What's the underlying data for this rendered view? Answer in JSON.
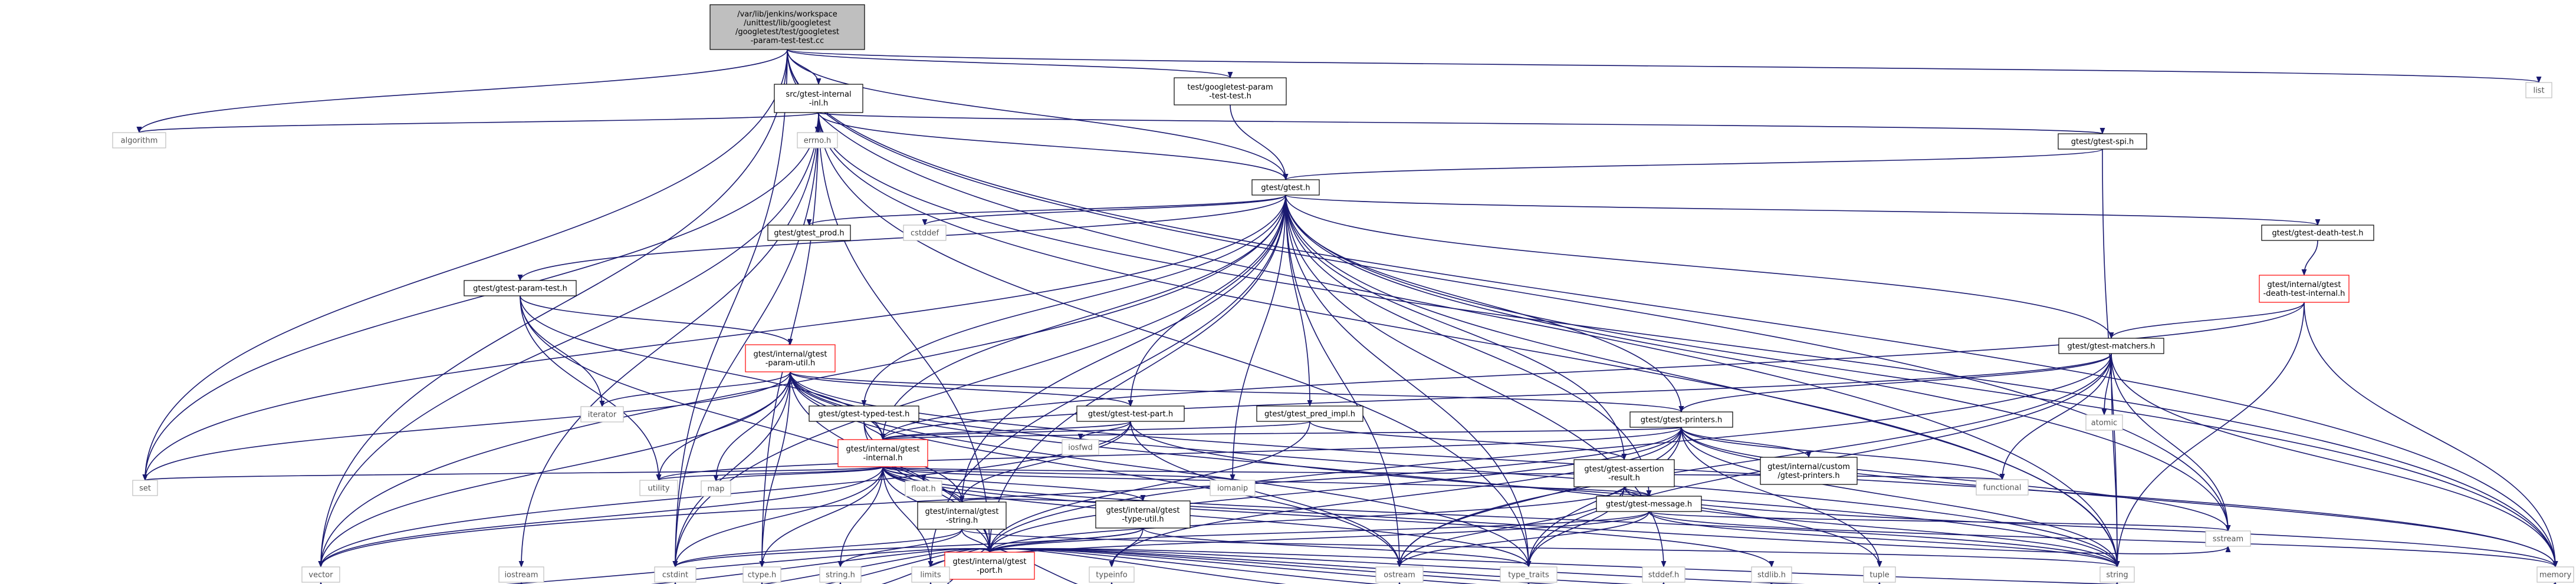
{
  "colors": {
    "edge": "#191970",
    "root_fill": "#bfbfbf",
    "node_border": "#000000",
    "node_fill": "#ffffff",
    "red_border": "#ff0000",
    "grey_border": "#bfbfbf",
    "grey_text": "#555555"
  },
  "nodes": [
    {
      "id": "root",
      "kind": "root",
      "lines": [
        "/var/lib/jenkins/workspace",
        "/unittest/lib/googletest",
        "/googletest/test/googletest",
        "-param-test-test.cc"
      ]
    },
    {
      "id": "internal_utils",
      "kind": "black",
      "lines": [
        "src/gtest-internal",
        "-inl.h"
      ]
    },
    {
      "id": "param_test_test_h",
      "kind": "black",
      "lines": [
        "test/googletest-param",
        "-test-test.h"
      ]
    },
    {
      "id": "list",
      "kind": "grey",
      "lines": [
        "list"
      ]
    },
    {
      "id": "algorithm",
      "kind": "grey",
      "lines": [
        "algorithm"
      ]
    },
    {
      "id": "errno",
      "kind": "grey",
      "lines": [
        "errno.h"
      ]
    },
    {
      "id": "gtest_spi",
      "kind": "black",
      "lines": [
        "gtest/gtest-spi.h"
      ]
    },
    {
      "id": "gtest_h",
      "kind": "black",
      "lines": [
        "gtest/gtest.h"
      ]
    },
    {
      "id": "gtest_prod",
      "kind": "black",
      "lines": [
        "gtest/gtest_prod.h"
      ]
    },
    {
      "id": "cstddef",
      "kind": "grey",
      "lines": [
        "cstddef"
      ]
    },
    {
      "id": "death_test",
      "kind": "black",
      "lines": [
        "gtest/gtest-death-test.h"
      ]
    },
    {
      "id": "param_test",
      "kind": "black",
      "lines": [
        "gtest/gtest-param-test.h"
      ]
    },
    {
      "id": "death_test_internal",
      "kind": "red",
      "lines": [
        "gtest/internal/gtest",
        "-death-test-internal.h"
      ]
    },
    {
      "id": "param_util",
      "kind": "red",
      "lines": [
        "gtest/internal/gtest",
        "-param-util.h"
      ]
    },
    {
      "id": "matchers",
      "kind": "black",
      "lines": [
        "gtest/gtest-matchers.h"
      ]
    },
    {
      "id": "iterator",
      "kind": "grey",
      "lines": [
        "iterator"
      ]
    },
    {
      "id": "typed_test",
      "kind": "black",
      "lines": [
        "gtest/gtest-typed-test.h"
      ]
    },
    {
      "id": "test_part",
      "kind": "black",
      "lines": [
        "gtest/gtest-test-part.h"
      ]
    },
    {
      "id": "pred_impl",
      "kind": "black",
      "lines": [
        "gtest/gtest_pred_impl.h"
      ]
    },
    {
      "id": "printers",
      "kind": "black",
      "lines": [
        "gtest/gtest-printers.h"
      ]
    },
    {
      "id": "atomic",
      "kind": "grey",
      "lines": [
        "atomic"
      ]
    },
    {
      "id": "iosfwd",
      "kind": "grey",
      "lines": [
        "iosfwd"
      ]
    },
    {
      "id": "gtest_internal",
      "kind": "red",
      "lines": [
        "gtest/internal/gtest",
        "-internal.h"
      ]
    },
    {
      "id": "assertion_result",
      "kind": "black",
      "lines": [
        "gtest/gtest-assertion",
        "-result.h"
      ]
    },
    {
      "id": "custom_printers",
      "kind": "black",
      "lines": [
        "gtest/internal/custom",
        "/gtest-printers.h"
      ]
    },
    {
      "id": "set",
      "kind": "grey",
      "lines": [
        "set"
      ]
    },
    {
      "id": "utility",
      "kind": "grey",
      "lines": [
        "utility"
      ]
    },
    {
      "id": "map",
      "kind": "grey",
      "lines": [
        "map"
      ]
    },
    {
      "id": "float_h",
      "kind": "grey",
      "lines": [
        "float.h"
      ]
    },
    {
      "id": "gtest_string",
      "kind": "black",
      "lines": [
        "gtest/internal/gtest",
        "-string.h"
      ]
    },
    {
      "id": "type_util",
      "kind": "black",
      "lines": [
        "gtest/internal/gtest",
        "-type-util.h"
      ]
    },
    {
      "id": "iomanip",
      "kind": "grey",
      "lines": [
        "iomanip"
      ]
    },
    {
      "id": "message",
      "kind": "black",
      "lines": [
        "gtest/gtest-message.h"
      ]
    },
    {
      "id": "functional",
      "kind": "grey",
      "lines": [
        "functional"
      ]
    },
    {
      "id": "sstream",
      "kind": "grey",
      "lines": [
        "sstream"
      ]
    },
    {
      "id": "gtest_port",
      "kind": "red",
      "lines": [
        "gtest/internal/gtest",
        "-port.h"
      ]
    },
    {
      "id": "vector",
      "kind": "grey",
      "lines": [
        "vector"
      ]
    },
    {
      "id": "iostream",
      "kind": "grey",
      "lines": [
        "iostream"
      ]
    },
    {
      "id": "cstdint",
      "kind": "grey",
      "lines": [
        "cstdint"
      ]
    },
    {
      "id": "ctype",
      "kind": "grey",
      "lines": [
        "ctype.h"
      ]
    },
    {
      "id": "string_h",
      "kind": "grey",
      "lines": [
        "string.h"
      ]
    },
    {
      "id": "limits",
      "kind": "grey",
      "lines": [
        "limits"
      ]
    },
    {
      "id": "typeinfo",
      "kind": "grey",
      "lines": [
        "typeinfo"
      ]
    },
    {
      "id": "ostream",
      "kind": "grey",
      "lines": [
        "ostream"
      ]
    },
    {
      "id": "type_traits",
      "kind": "grey",
      "lines": [
        "type_traits"
      ]
    },
    {
      "id": "stddef",
      "kind": "grey",
      "lines": [
        "stddef.h"
      ]
    },
    {
      "id": "stdlib",
      "kind": "grey",
      "lines": [
        "stdlib.h"
      ]
    },
    {
      "id": "tuple",
      "kind": "grey",
      "lines": [
        "tuple"
      ]
    },
    {
      "id": "string",
      "kind": "grey",
      "lines": [
        "string"
      ]
    },
    {
      "id": "memory",
      "kind": "grey",
      "lines": [
        "memory"
      ]
    }
  ],
  "edges": [
    [
      "root",
      "internal_utils"
    ],
    [
      "root",
      "param_test_test_h"
    ],
    [
      "root",
      "list"
    ],
    [
      "root",
      "algorithm"
    ],
    [
      "root",
      "gtest_h"
    ],
    [
      "root",
      "set"
    ],
    [
      "root",
      "vector"
    ],
    [
      "root",
      "cstdint"
    ],
    [
      "root",
      "sstream"
    ],
    [
      "root",
      "string"
    ],
    [
      "root",
      "memory"
    ],
    [
      "internal_utils",
      "errno"
    ],
    [
      "internal_utils",
      "algorithm"
    ],
    [
      "internal_utils",
      "gtest_spi"
    ],
    [
      "internal_utils",
      "gtest_h"
    ],
    [
      "internal_utils",
      "vector"
    ],
    [
      "internal_utils",
      "set"
    ],
    [
      "internal_utils",
      "cstdint"
    ],
    [
      "internal_utils",
      "iostream"
    ],
    [
      "internal_utils",
      "memory"
    ],
    [
      "internal_utils",
      "string"
    ],
    [
      "internal_utils",
      "type_traits"
    ],
    [
      "internal_utils",
      "ctype"
    ],
    [
      "internal_utils",
      "gtest_port"
    ],
    [
      "param_test_test_h",
      "gtest_h"
    ],
    [
      "gtest_spi",
      "gtest_h"
    ],
    [
      "gtest_spi",
      "string"
    ],
    [
      "gtest_h",
      "gtest_prod"
    ],
    [
      "gtest_h",
      "cstddef"
    ],
    [
      "gtest_h",
      "death_test"
    ],
    [
      "gtest_h",
      "param_test"
    ],
    [
      "gtest_h",
      "typed_test"
    ],
    [
      "gtest_h",
      "test_part"
    ],
    [
      "gtest_h",
      "pred_impl"
    ],
    [
      "gtest_h",
      "printers"
    ],
    [
      "gtest_h",
      "matchers"
    ],
    [
      "gtest_h",
      "assertion_result"
    ],
    [
      "gtest_h",
      "message"
    ],
    [
      "gtest_h",
      "gtest_internal"
    ],
    [
      "gtest_h",
      "gtest_string"
    ],
    [
      "gtest_h",
      "gtest_port"
    ],
    [
      "gtest_h",
      "iomanip"
    ],
    [
      "gtest_h",
      "ostream"
    ],
    [
      "gtest_h",
      "limits"
    ],
    [
      "gtest_h",
      "memory"
    ],
    [
      "gtest_h",
      "set"
    ],
    [
      "gtest_h",
      "sstream"
    ],
    [
      "gtest_h",
      "string"
    ],
    [
      "gtest_h",
      "type_traits"
    ],
    [
      "gtest_h",
      "vector"
    ],
    [
      "gtest_h",
      "cstdint"
    ],
    [
      "gtest_h",
      "stddef"
    ],
    [
      "death_test",
      "death_test_internal"
    ],
    [
      "death_test_internal",
      "matchers"
    ],
    [
      "death_test_internal",
      "gtest_internal"
    ],
    [
      "death_test_internal",
      "memory"
    ],
    [
      "death_test_internal",
      "string"
    ],
    [
      "param_test",
      "param_util"
    ],
    [
      "param_test",
      "iterator"
    ],
    [
      "param_test",
      "utility"
    ],
    [
      "param_test",
      "gtest_internal"
    ],
    [
      "param_test",
      "gtest_port"
    ],
    [
      "param_util",
      "iterator"
    ],
    [
      "param_util",
      "set"
    ],
    [
      "param_util",
      "utility"
    ],
    [
      "param_util",
      "map"
    ],
    [
      "param_util",
      "vector"
    ],
    [
      "param_util",
      "gtest_internal"
    ],
    [
      "param_util",
      "test_part"
    ],
    [
      "param_util",
      "printers"
    ],
    [
      "param_util",
      "gtest_port"
    ],
    [
      "param_util",
      "ctype"
    ],
    [
      "param_util",
      "cstdint"
    ],
    [
      "param_util",
      "string"
    ],
    [
      "param_util",
      "tuple"
    ],
    [
      "param_util",
      "type_traits"
    ],
    [
      "param_util",
      "memory"
    ],
    [
      "param_util",
      "ostream"
    ],
    [
      "matchers",
      "printers"
    ],
    [
      "matchers",
      "atomic"
    ],
    [
      "matchers",
      "functional"
    ],
    [
      "matchers",
      "memory"
    ],
    [
      "matchers",
      "ostream"
    ],
    [
      "matchers",
      "string"
    ],
    [
      "matchers",
      "type_traits"
    ],
    [
      "matchers",
      "gtest_internal"
    ],
    [
      "matchers",
      "gtest_port"
    ],
    [
      "matchers",
      "sstream"
    ],
    [
      "typed_test",
      "gtest_internal"
    ],
    [
      "typed_test",
      "gtest_port"
    ],
    [
      "typed_test",
      "gtest_string"
    ],
    [
      "test_part",
      "iosfwd"
    ],
    [
      "test_part",
      "ostream"
    ],
    [
      "test_part",
      "string"
    ],
    [
      "test_part",
      "vector"
    ],
    [
      "test_part",
      "gtest_internal"
    ],
    [
      "test_part",
      "gtest_string"
    ],
    [
      "pred_impl",
      "assertion_result"
    ],
    [
      "pred_impl",
      "gtest_internal"
    ],
    [
      "pred_impl",
      "gtest_port"
    ],
    [
      "printers",
      "functional"
    ],
    [
      "printers",
      "memory"
    ],
    [
      "printers",
      "ostream"
    ],
    [
      "printers",
      "sstream"
    ],
    [
      "printers",
      "string"
    ],
    [
      "printers",
      "tuple"
    ],
    [
      "printers",
      "type_traits"
    ],
    [
      "printers",
      "typeinfo"
    ],
    [
      "printers",
      "utility"
    ],
    [
      "printers",
      "vector"
    ],
    [
      "printers",
      "gtest_internal"
    ],
    [
      "printers",
      "gtest_port"
    ],
    [
      "printers",
      "custom_printers"
    ],
    [
      "gtest_internal",
      "gtest_port"
    ],
    [
      "gtest_internal",
      "stdlib"
    ],
    [
      "gtest_internal",
      "ctype"
    ],
    [
      "gtest_internal",
      "float_h"
    ],
    [
      "gtest_internal",
      "string_h"
    ],
    [
      "gtest_internal",
      "cstdint"
    ],
    [
      "gtest_internal",
      "functional"
    ],
    [
      "gtest_internal",
      "iomanip"
    ],
    [
      "gtest_internal",
      "limits"
    ],
    [
      "gtest_internal",
      "map"
    ],
    [
      "gtest_internal",
      "set"
    ],
    [
      "gtest_internal",
      "string"
    ],
    [
      "gtest_internal",
      "type_traits"
    ],
    [
      "gtest_internal",
      "utility"
    ],
    [
      "gtest_internal",
      "vector"
    ],
    [
      "gtest_internal",
      "message"
    ],
    [
      "gtest_internal",
      "gtest_string"
    ],
    [
      "gtest_internal",
      "type_util"
    ],
    [
      "assertion_result",
      "memory"
    ],
    [
      "assertion_result",
      "ostream"
    ],
    [
      "assertion_result",
      "string"
    ],
    [
      "assertion_result",
      "type_traits"
    ],
    [
      "assertion_result",
      "message"
    ],
    [
      "assertion_result",
      "gtest_port"
    ],
    [
      "gtest_string",
      "string_h"
    ],
    [
      "gtest_string",
      "cstdint"
    ],
    [
      "gtest_string",
      "sstream"
    ],
    [
      "gtest_string",
      "string"
    ],
    [
      "gtest_string",
      "gtest_port"
    ],
    [
      "type_util",
      "cstdint"
    ],
    [
      "type_util",
      "type_traits"
    ],
    [
      "type_util",
      "typeinfo"
    ],
    [
      "type_util",
      "gtest_port"
    ],
    [
      "message",
      "limits"
    ],
    [
      "message",
      "memory"
    ],
    [
      "message",
      "ostream"
    ],
    [
      "message",
      "sstream"
    ],
    [
      "message",
      "string"
    ],
    [
      "message",
      "gtest_port"
    ],
    [
      "gtest_port",
      "ctype"
    ],
    [
      "gtest_port",
      "stddef"
    ],
    [
      "gtest_port",
      "stdlib"
    ],
    [
      "gtest_port",
      "stdio_h"
    ],
    [
      "gtest_port",
      "string_h"
    ],
    [
      "gtest_port",
      "cerrno"
    ],
    [
      "gtest_port",
      "cstdint"
    ],
    [
      "gtest_port",
      "iostream"
    ],
    [
      "gtest_port",
      "limits"
    ],
    [
      "gtest_port",
      "locale"
    ],
    [
      "gtest_port",
      "memory"
    ],
    [
      "gtest_port",
      "ostream"
    ],
    [
      "gtest_port",
      "string"
    ],
    [
      "gtest_port",
      "tuple"
    ],
    [
      "gtest_port",
      "type_traits"
    ],
    [
      "gtest_port",
      "vector"
    ],
    [
      "gtest_port",
      "typeinfo"
    ]
  ]
}
